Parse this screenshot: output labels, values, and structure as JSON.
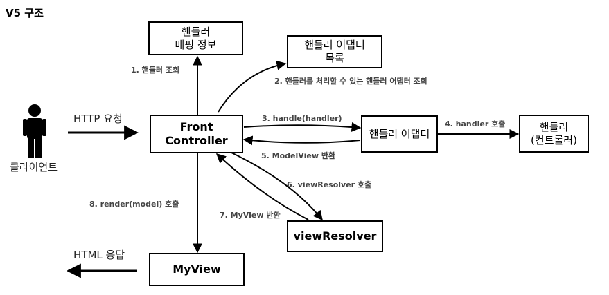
{
  "title": "V5 구조",
  "actors": {
    "client": {
      "label": "클라이언트"
    }
  },
  "nodes": {
    "handler_mapping": {
      "line1": "핸들러",
      "line2": "매핑 정보"
    },
    "adapter_list": {
      "line1": "핸들러 어댑터",
      "line2": "목록"
    },
    "front_controller": {
      "line1": "Front",
      "line2": "Controller"
    },
    "handler_adapter": {
      "line1": "핸들러 어댑터"
    },
    "handler": {
      "line1": "핸들러",
      "line2": "(컨트롤러)"
    },
    "view_resolver": {
      "line1": "viewResolver"
    },
    "my_view": {
      "line1": "MyView"
    }
  },
  "edges": {
    "http_request": "HTTP 요청",
    "html_response": "HTML 응답",
    "step1": "1. 핸들러 조회",
    "step2": "2. 핸들러를 처리할 수 있는 핸들러 어댑터 조회",
    "step3": "3. handle(handler)",
    "step4": "4. handler 호출",
    "step5": "5. ModelView 반환",
    "step6": "6. viewResolver 호출",
    "step7": "7. MyView 반환",
    "step8": "8. render(model) 호출"
  }
}
